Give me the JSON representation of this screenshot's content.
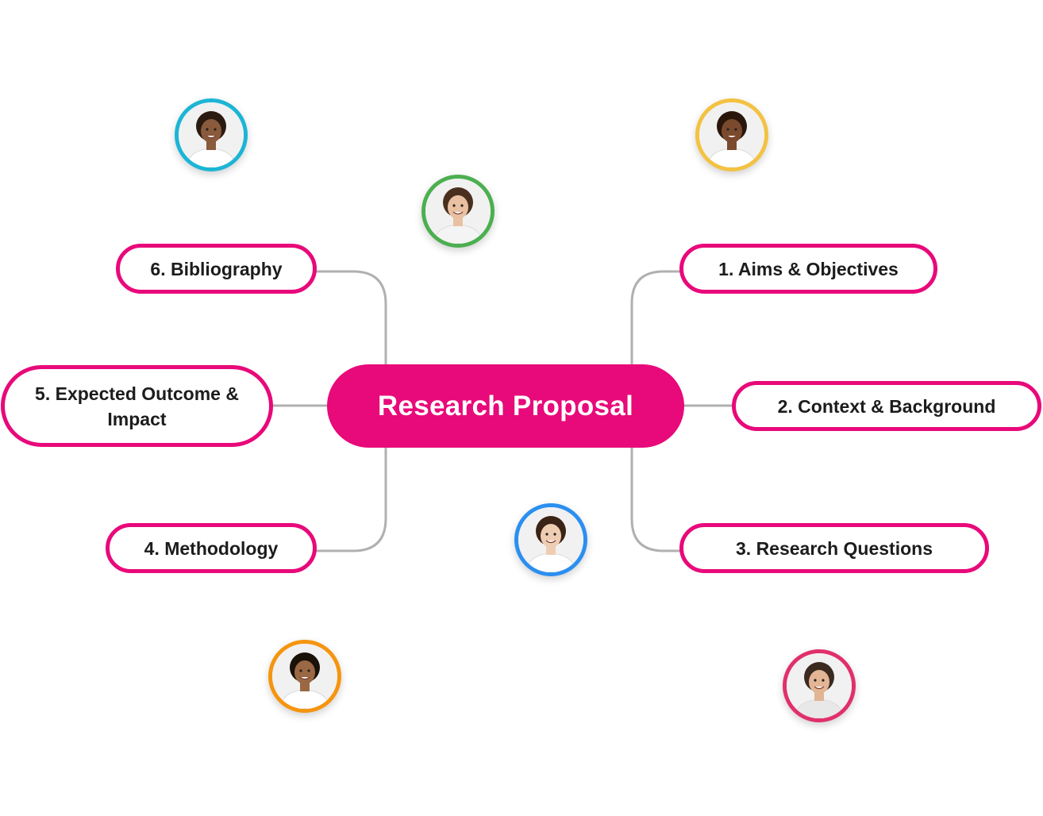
{
  "diagram": {
    "center": {
      "label": "Research Proposal",
      "color": "#e8097a"
    },
    "nodes": [
      {
        "id": "aims",
        "label": "1. Aims & Objectives"
      },
      {
        "id": "context",
        "label": "2. Context & Background"
      },
      {
        "id": "questions",
        "label": "3. Research Questions"
      },
      {
        "id": "methodology",
        "label": "4. Methodology"
      },
      {
        "id": "outcome",
        "label": "5. Expected Outcome & Impact"
      },
      {
        "id": "bibliography",
        "label": "6. Bibliography"
      }
    ],
    "connector_color": "#b0b0b0",
    "node_border_color": "#e8097a"
  },
  "collaborators": [
    {
      "id": "avatar-1",
      "ring_color": "#1cb5d6",
      "skin": "#8a5a3c",
      "hair": "#2b1a10",
      "shirt": "#ffffff"
    },
    {
      "id": "avatar-2",
      "ring_color": "#4caf50",
      "skin": "#e9c1a2",
      "hair": "#4a2f1e",
      "shirt": "#f4f4f4"
    },
    {
      "id": "avatar-3",
      "ring_color": "#f3c242",
      "skin": "#7b4a2e",
      "hair": "#2a170c",
      "shirt": "#ffffff"
    },
    {
      "id": "avatar-4",
      "ring_color": "#2b8ff0",
      "skin": "#efcdb3",
      "hair": "#3b2315",
      "shirt": "#ffffff"
    },
    {
      "id": "avatar-5",
      "ring_color": "#f5950f",
      "skin": "#9b6844",
      "hair": "#1a1109",
      "shirt": "#ffffff"
    },
    {
      "id": "avatar-6",
      "ring_color": "#e0306a",
      "skin": "#e3b595",
      "hair": "#3a2a20",
      "shirt": "#e8e8e8"
    }
  ]
}
